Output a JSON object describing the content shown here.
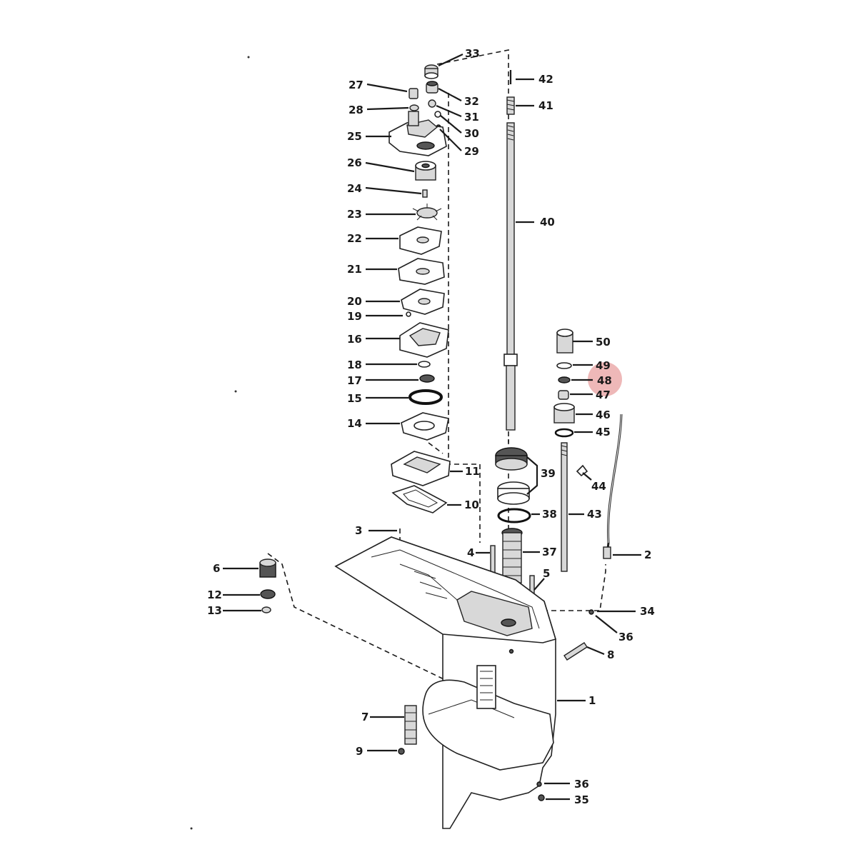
{
  "diagram": {
    "highlight_color": "#e8a0a0",
    "highlighted_part": "48",
    "callouts": {
      "c33": "33",
      "c42": "42",
      "c27": "27",
      "c32": "32",
      "c41": "41",
      "c28": "28",
      "c31": "31",
      "c25": "25",
      "c30": "30",
      "c29": "29",
      "c26": "26",
      "c24": "24",
      "c23": "23",
      "c40": "40",
      "c22": "22",
      "c21": "21",
      "c20": "20",
      "c19": "19",
      "c16": "16",
      "c50": "50",
      "c18": "18",
      "c49": "49",
      "c17": "17",
      "c48": "48",
      "c15": "15",
      "c47": "47",
      "c46": "46",
      "c14": "14",
      "c45": "45",
      "c11": "11",
      "c39": "39",
      "c44": "44",
      "c10": "10",
      "c38": "38",
      "c43": "43",
      "c3": "3",
      "c4": "4",
      "c37": "37",
      "c2": "2",
      "c6": "6",
      "c5": "5",
      "c12": "12",
      "c13": "13",
      "c34": "34",
      "c36a": "36",
      "c8": "8",
      "c1": "1",
      "c7": "7",
      "c9": "9",
      "c36b": "36",
      "c35": "35"
    }
  }
}
